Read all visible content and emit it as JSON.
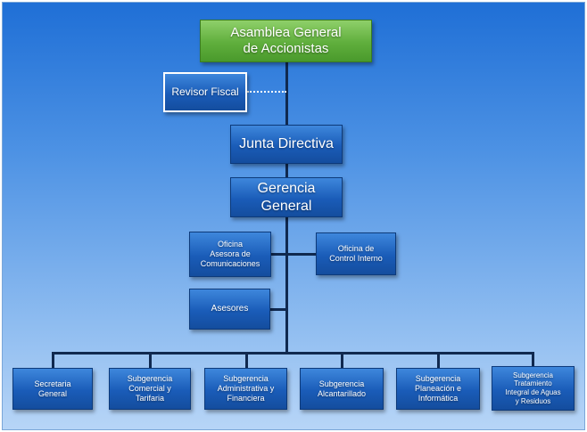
{
  "colors": {
    "background_top": "#1f6fd6",
    "background_bottom": "#b7d5f7",
    "box_blue": "#1a5cb8",
    "box_green": "#5fae3c",
    "connector": "#10294f"
  },
  "nodes": {
    "asamblea": "Asamblea General\nde Accionistas",
    "revisor": "Revisor Fiscal",
    "junta": "Junta Directiva",
    "gerencia": "Gerencia\nGeneral",
    "oficina_comunicaciones": "Oficina\nAsesora de\nComunicaciones",
    "oficina_control": "Oficina de\nControl Interno",
    "asesores": "Asesores",
    "secretaria": "Secretaria\nGeneral",
    "sub_comercial": "Subgerencia\nComercial y\nTarifaria",
    "sub_administrativa": "Subgerencia\nAdministrativa y\nFinanciera",
    "sub_alcantarillado": "Subgerencia\nAlcantarillado",
    "sub_planeacion": "Subgerencia\nPlaneación e\nInformática",
    "sub_tratamiento": "Subgerencia\nTratamiento\nIntegral de Aguas\ny Residuos"
  }
}
